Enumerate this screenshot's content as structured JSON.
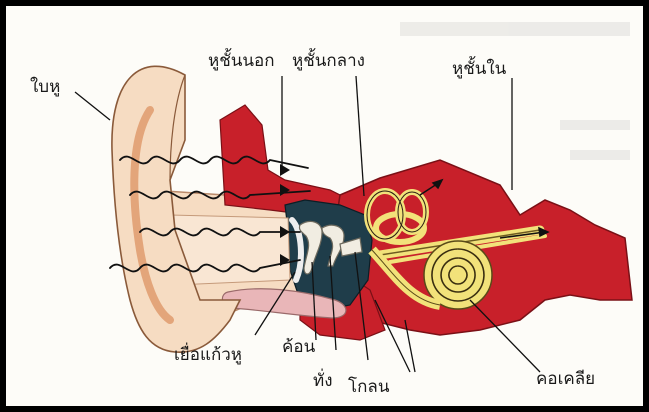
{
  "labels": {
    "pinna": "ใบหู",
    "outer_ear": "หูชั้นนอก",
    "middle_ear": "หูชั้นกลาง",
    "inner_ear": "หูชั้นใน",
    "eardrum": "เยื่อแก้วหู",
    "malleus": "ค้อน",
    "incus": "ทั่ง",
    "stapes": "โกลน",
    "cochlea": "คอเคลีย"
  },
  "colors": {
    "skin": "#f6dcc2",
    "tissue_red": "#c8202a",
    "dark_cavity": "#1f3d4a",
    "cochlea_yellow": "#f2e27a",
    "cartilage_pink": "#e9b6b8"
  }
}
